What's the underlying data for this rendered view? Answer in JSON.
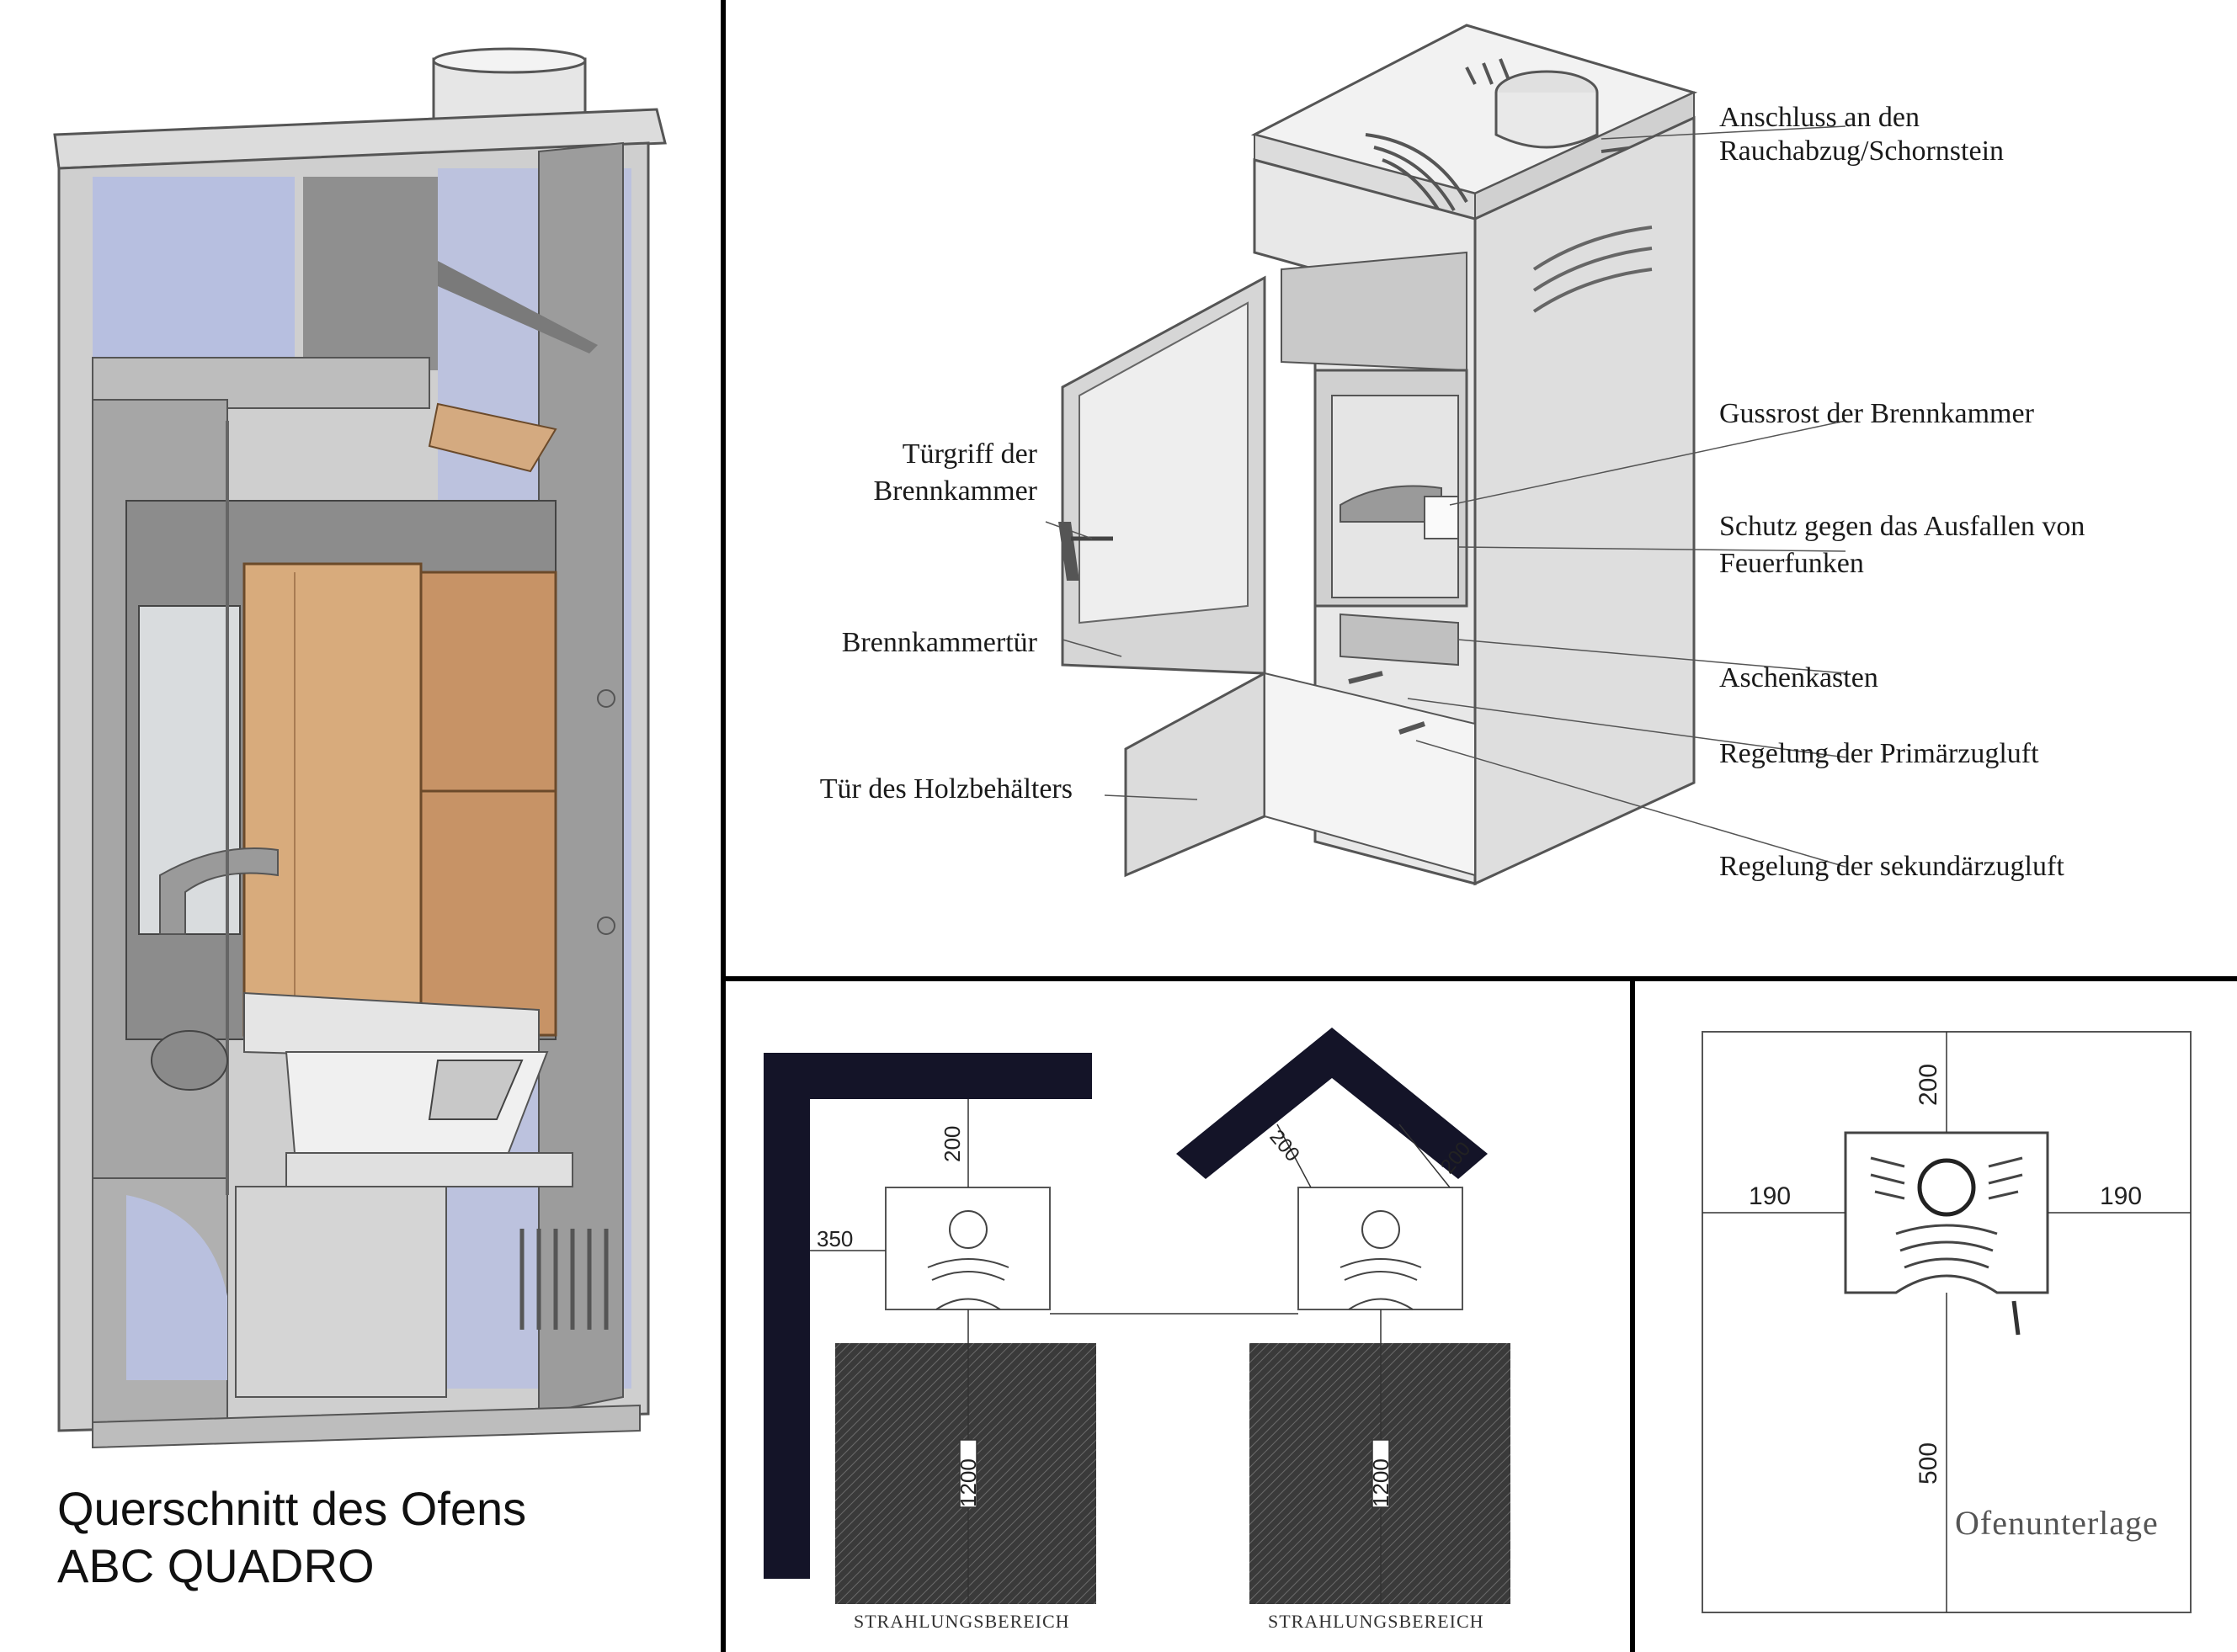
{
  "cross_section": {
    "caption_line1": "Querschnitt des Ofens",
    "caption_line2": "ABC QUADRO"
  },
  "parts_labels": {
    "door_handle_line1": "Türgriff der",
    "door_handle_line2": "Brennkammer",
    "chamber_door": "Brennkammertür",
    "wood_door": "Tür des Holzbehälters",
    "flue_line1": "Anschluss an den",
    "flue_line2": "Rauchabzug/Schornstein",
    "grate": "Gussrost der Brennkammer",
    "spark_line1": "Schutz gegen das Ausfallen von",
    "spark_line2": "Feuerfunken",
    "ash_box": "Aschenkasten",
    "primary_air": "Regelung der Primärzugluft",
    "secondary_air": "Regelung der sekundärzugluft"
  },
  "clearances": {
    "wall_back": "200",
    "wall_side": "350",
    "radiation_depth": "1200",
    "radiation_label": "STRAHLUNGSBEREICH",
    "corner_left": "200",
    "corner_right": "200"
  },
  "base_plate": {
    "top": "200",
    "left": "190",
    "right": "190",
    "front": "500",
    "label": "Ofenunterlage"
  }
}
